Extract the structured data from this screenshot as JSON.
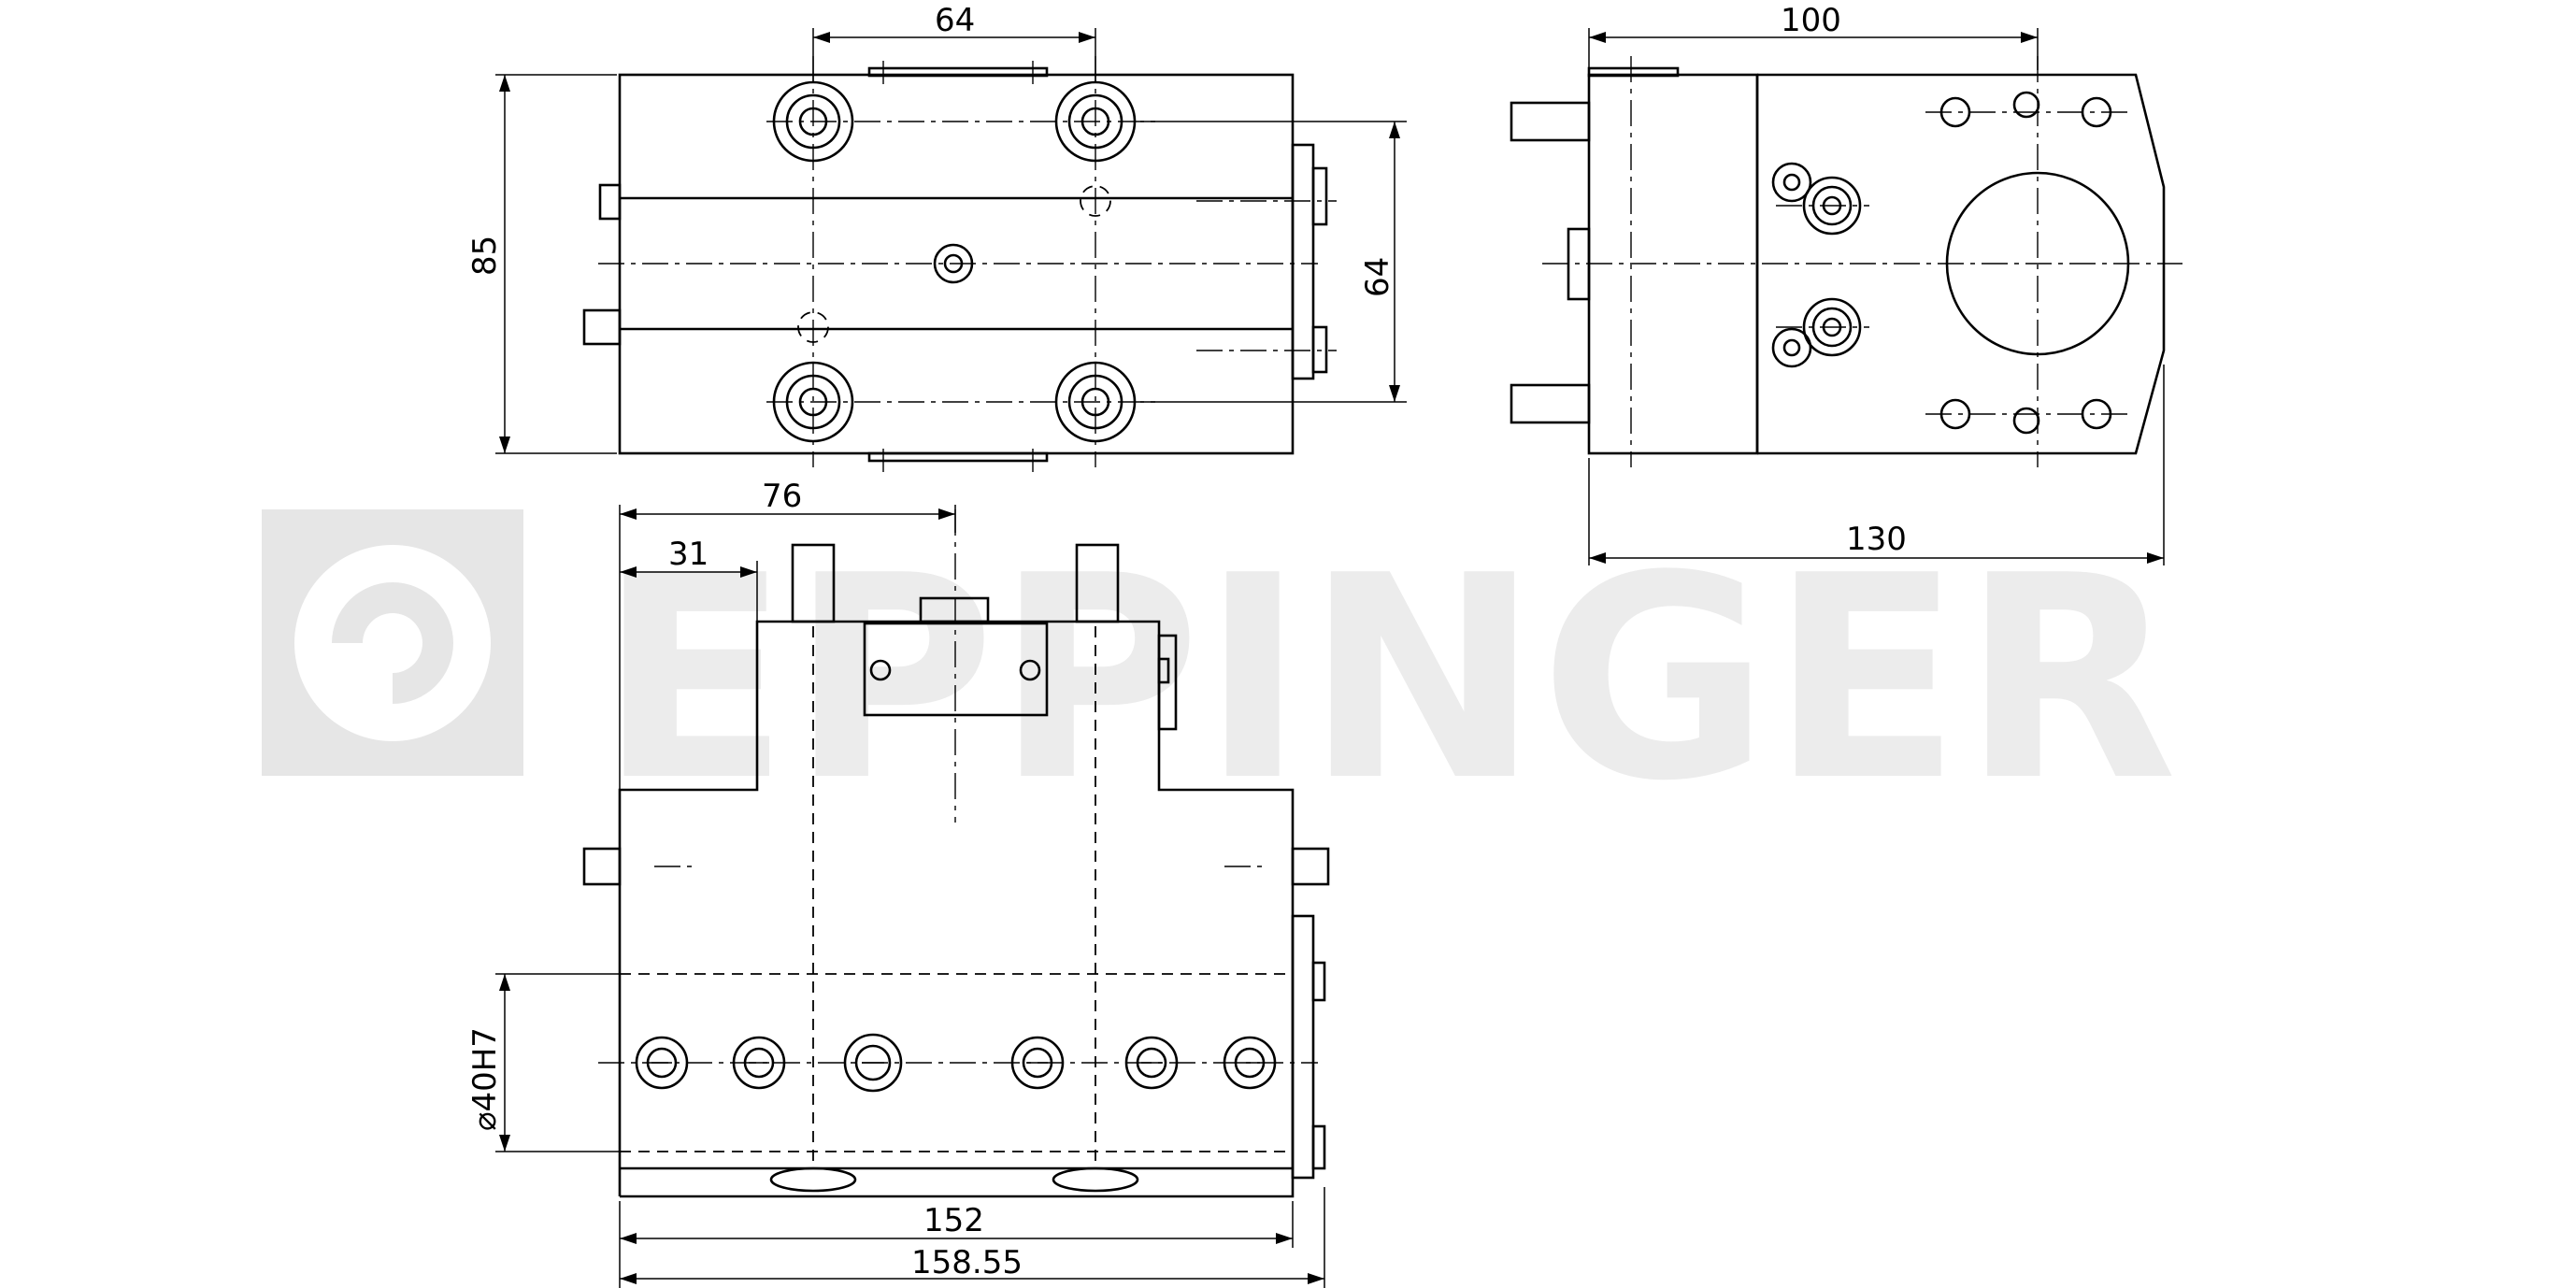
{
  "watermark": {
    "brand": "EPPINGER"
  },
  "dimensions": {
    "top_width": "64",
    "height_85": "85",
    "inner_64": "64",
    "side_100": "100",
    "side_130": "130",
    "front_76": "76",
    "front_31": "31",
    "bore": "⌀40H7",
    "width_152": "152",
    "width_158": "158.55"
  },
  "colors": {
    "line": "#000000",
    "watermark": "#e6e6e6"
  }
}
